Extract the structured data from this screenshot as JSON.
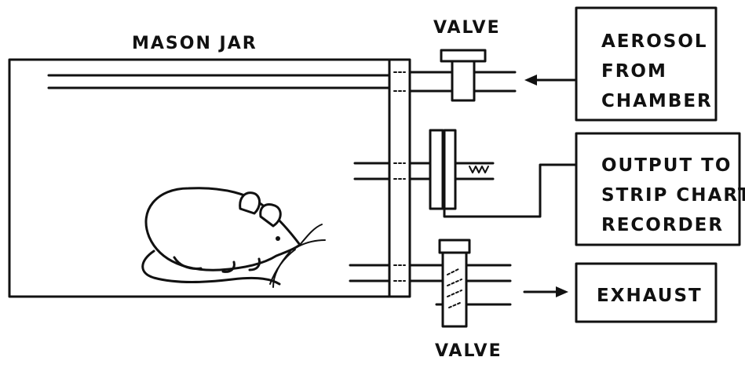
{
  "labels": {
    "jar": "MASON JAR",
    "valve_top": "VALVE",
    "valve_bottom": "VALVE"
  },
  "boxes": {
    "aerosol": [
      "AEROSOL",
      "FROM",
      "CHAMBER"
    ],
    "output": [
      "OUTPUT TO",
      "STRIP CHART",
      "RECORDER"
    ],
    "exhaust": [
      "EXHAUST"
    ]
  },
  "colors": {
    "ink": "#111111",
    "background": "#ffffff"
  }
}
